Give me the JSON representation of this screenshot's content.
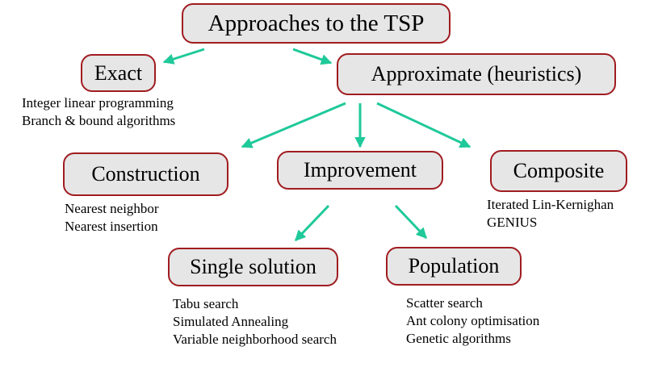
{
  "nodes": {
    "root": "Approaches to the TSP",
    "exact": "Exact",
    "approximate": "Approximate (heuristics)",
    "construction": "Construction",
    "improvement": "Improvement",
    "composite": "Composite",
    "single": "Single solution",
    "population": "Population"
  },
  "descriptions": {
    "exact": [
      "Integer linear programming",
      "Branch & bound algorithms"
    ],
    "construction": [
      "Nearest neighbor",
      "Nearest insertion"
    ],
    "composite": [
      "Iterated Lin-Kernighan",
      "GENIUS"
    ],
    "single": [
      "Tabu search",
      "Simulated Annealing",
      "Variable neighborhood search"
    ],
    "population": [
      "Scatter search",
      "Ant colony optimisation",
      "Genetic algorithms"
    ]
  },
  "colors": {
    "node_fill": "#e6e6e6",
    "node_border": "#a01c20",
    "arrow": "#1fc99a"
  }
}
